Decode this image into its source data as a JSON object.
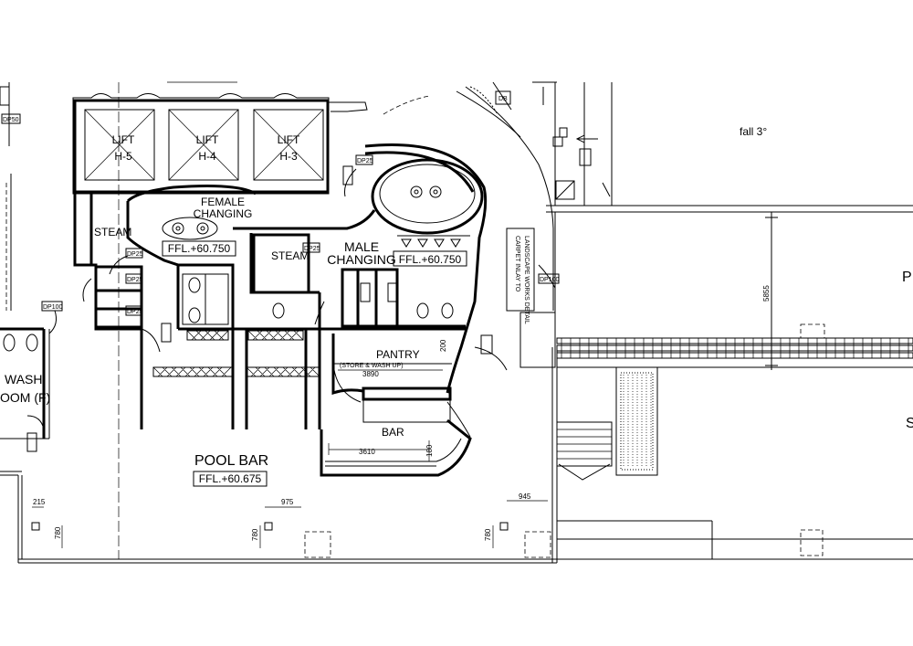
{
  "lifts": [
    "LIFT\nH-5",
    "LIFT\nH-4",
    "LIFT\nH-3"
  ],
  "rooms": {
    "female_changing": "FEMALE\nCHANGING",
    "male_changing": "MALE\nCHANGING",
    "steam": "STEAM",
    "pantry": "PANTRY",
    "pantry_note": "(STORE & WASH UP)",
    "bar": "BAR",
    "pool_bar": "POOL BAR",
    "washroom": "WASH\nOOM (F)"
  },
  "levels": {
    "female_changing": "FFL.+60.750",
    "male_changing": "FFL.+60.750",
    "pool_bar": "FFL.+60.675"
  },
  "tags": {
    "dp25": "DP25",
    "dp50": "DP50",
    "dp100": "DP100",
    "db": "DB",
    "fall": "fall 3°",
    "carpet_note": "CARPET INLAY TO\nLANDSCAPE WORKS DETAIL"
  },
  "dimensions": {
    "d5855": "5855",
    "d3890": "3890",
    "d3610": "3610",
    "d975": "975",
    "d945": "945",
    "d215": "215",
    "d780": "780",
    "d180": "180",
    "d200": "200"
  },
  "edge_labels": {
    "right_p": "P",
    "right_s": "S"
  }
}
